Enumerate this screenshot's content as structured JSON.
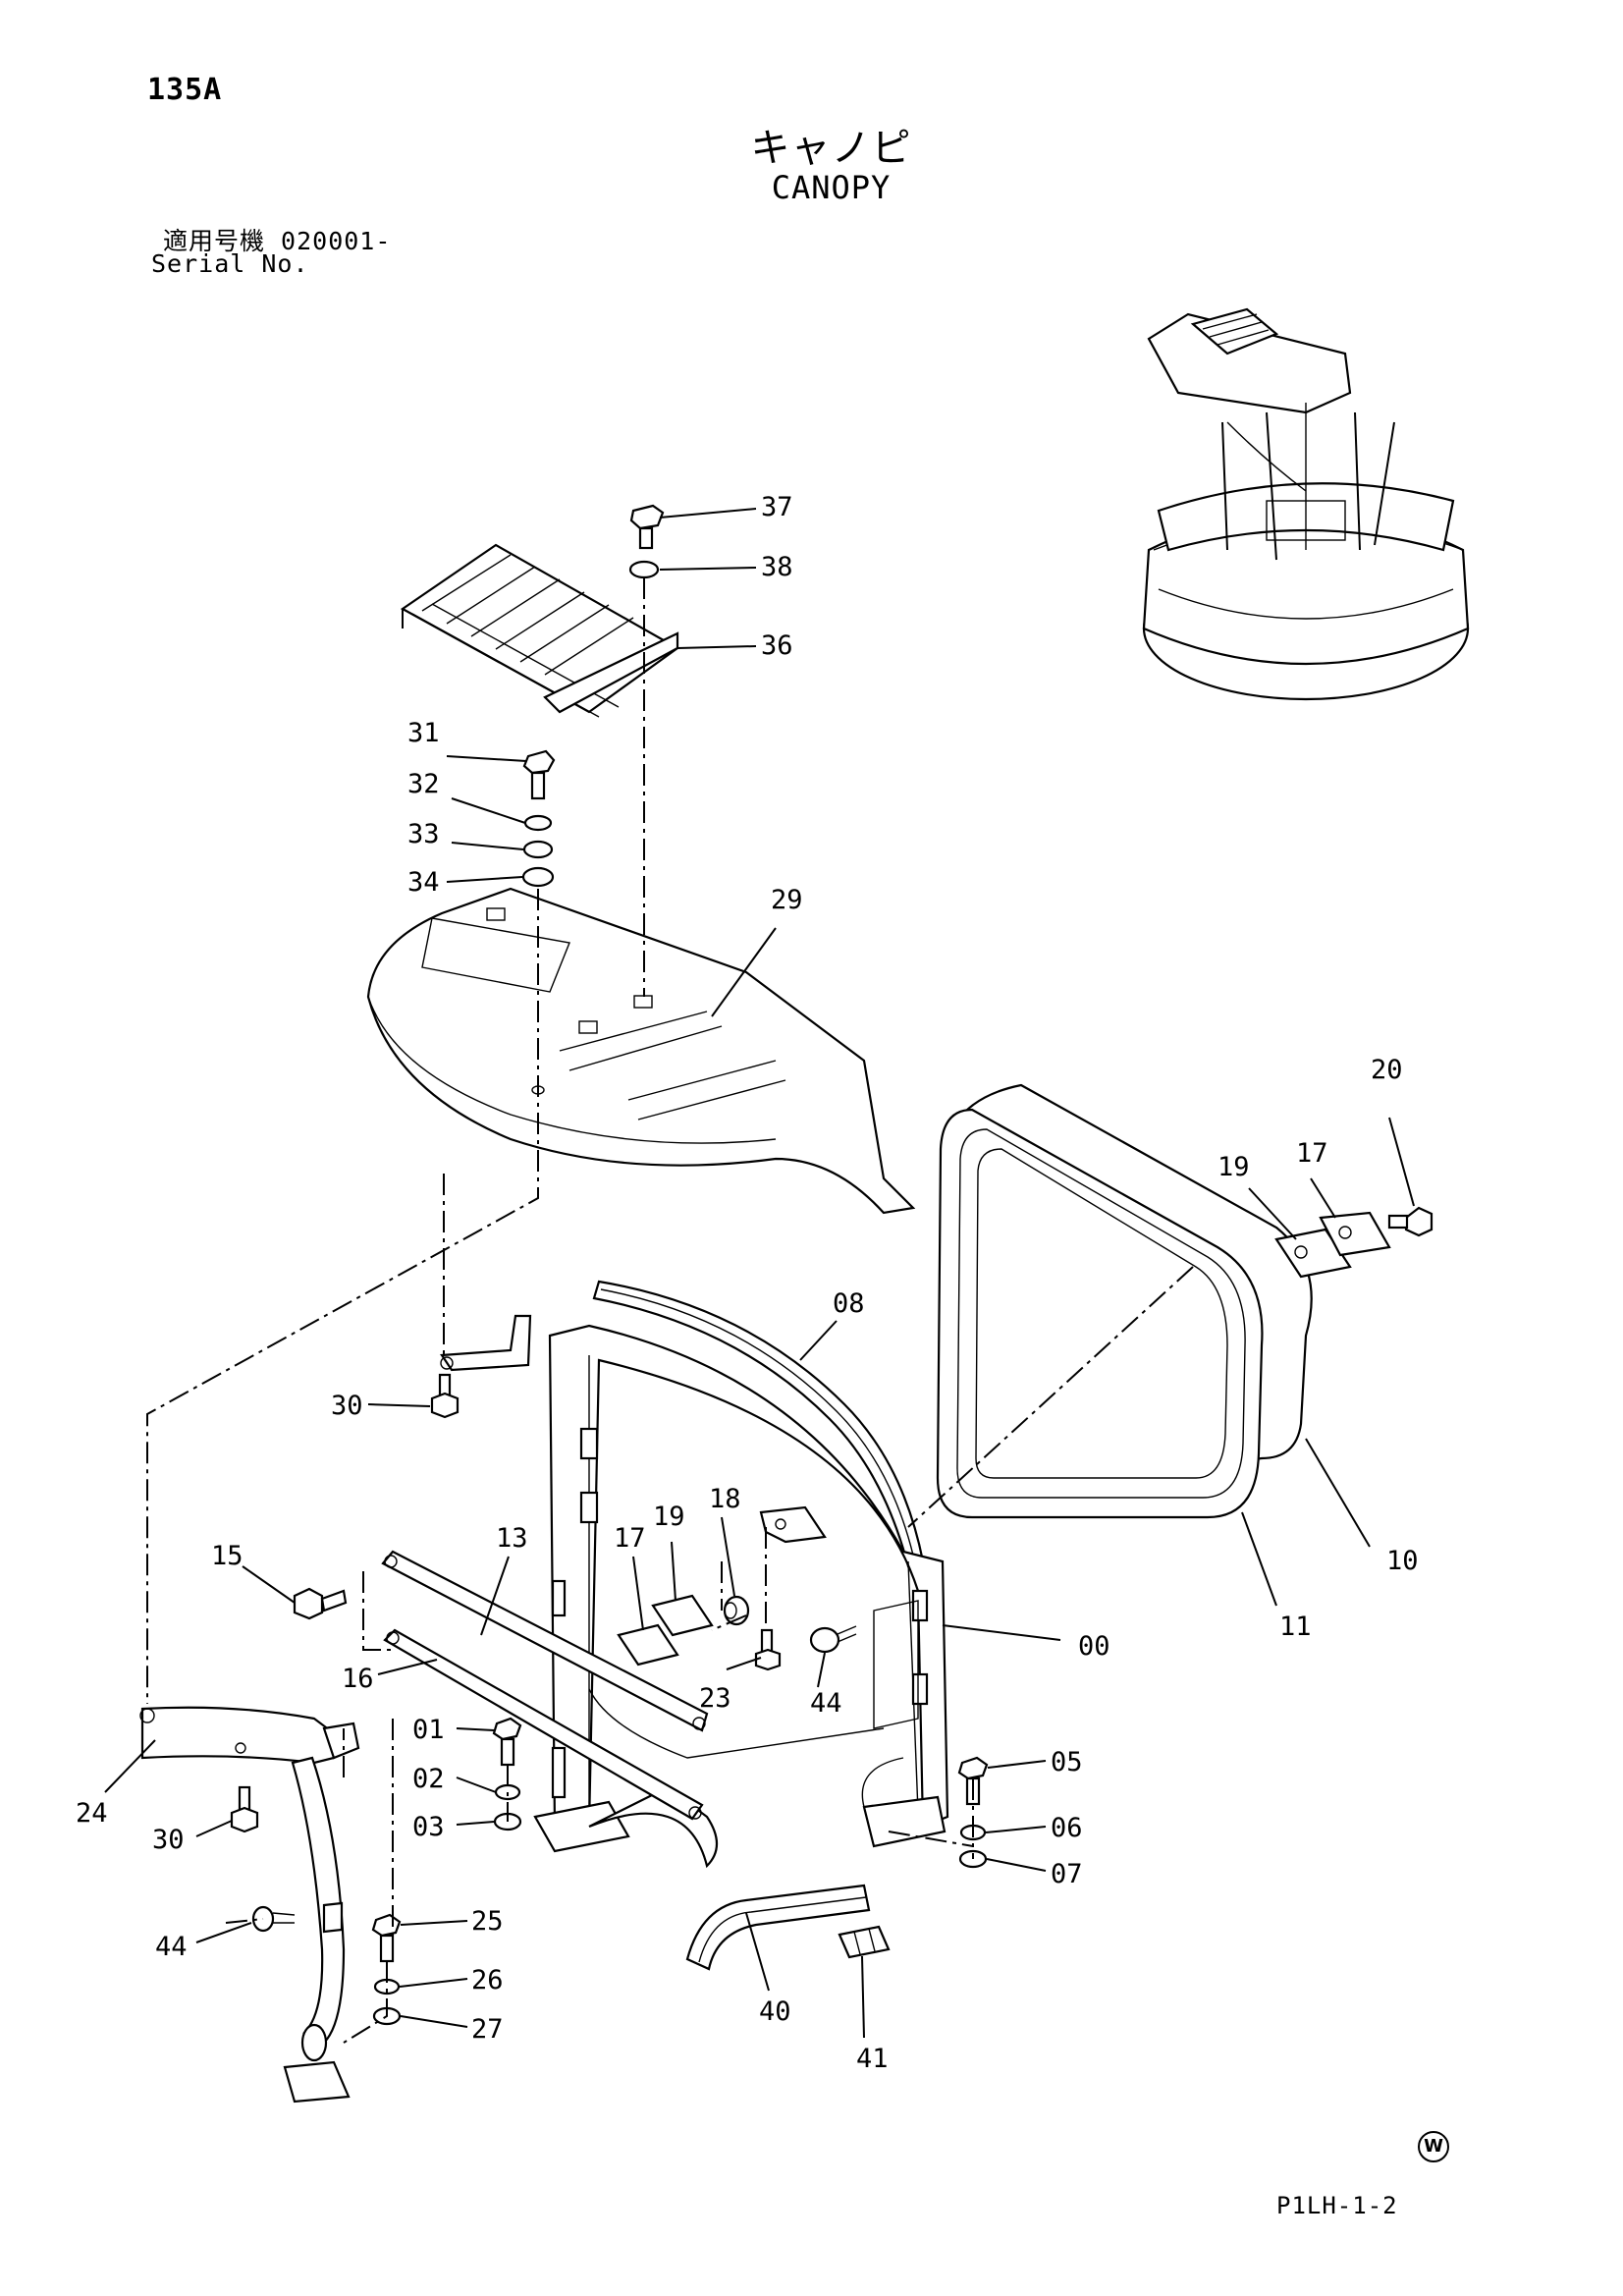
{
  "header": {
    "page_number": "135A",
    "title_jp": "キャノピ",
    "title_en": "CANOPY",
    "serial_jp": "適用号機  020001-",
    "serial_label": "Serial No."
  },
  "footer": {
    "watermark_symbol": "W",
    "doc_code": "P1LH-1-2"
  },
  "callouts": [
    "37",
    "38",
    "36",
    "31",
    "32",
    "33",
    "34",
    "29",
    "20",
    "17",
    "19",
    "08",
    "30",
    "10",
    "11",
    "18",
    "19",
    "17",
    "15",
    "13",
    "16",
    "23",
    "44",
    "00",
    "01",
    "02",
    "03",
    "05",
    "06",
    "07",
    "24",
    "30",
    "44",
    "25",
    "26",
    "27",
    "40",
    "41"
  ]
}
